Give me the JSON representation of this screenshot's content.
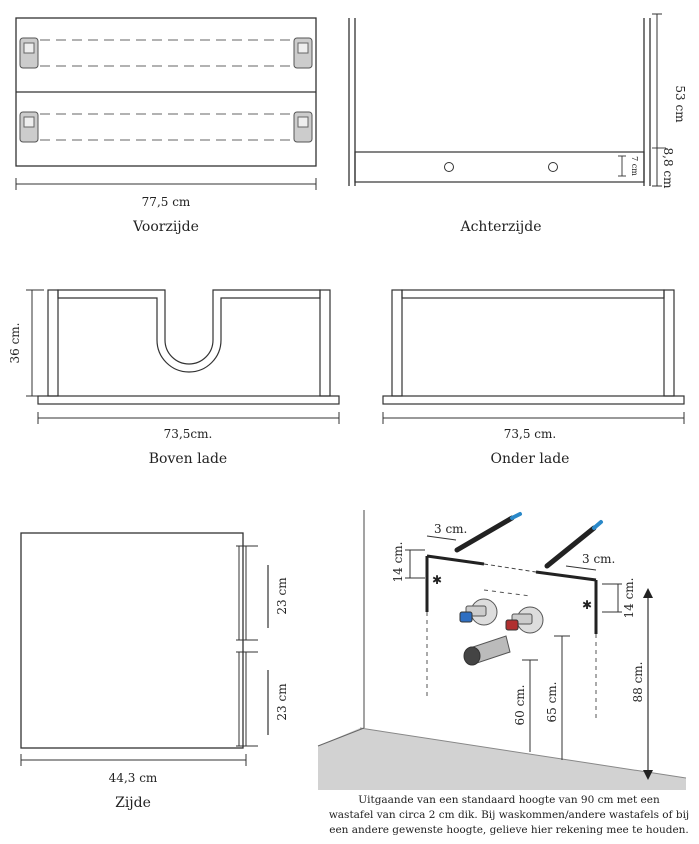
{
  "front": {
    "width_label": "77,5 cm",
    "caption": "Voorzijde"
  },
  "back": {
    "height_label": "53 cm",
    "strip_label": "8,8 cm",
    "hole_label": "7 cm",
    "caption": "Achterzijde"
  },
  "top_drawer": {
    "height_label": "36 cm.",
    "width_label": "73,5cm.",
    "caption": "Boven lade"
  },
  "bottom_drawer": {
    "width_label": "73,5 cm.",
    "caption": "Onder lade"
  },
  "side": {
    "upper_label": "23 cm",
    "lower_label": "23 cm",
    "width_label": "44,3 cm",
    "caption": "Zijde"
  },
  "install": {
    "left_offset_label": "3 cm.",
    "right_offset_label": "3 cm.",
    "left_depth_label": "14 cm.",
    "right_depth_label": "14 cm.",
    "height_60_label": "60 cm.",
    "height_65_label": "65 cm.",
    "height_88_label": "88 cm.",
    "note_line_1": "Uitgaande van een standaard hoogte van 90 cm met een",
    "note_line_2": "wastafel van circa 2 cm dik. Bij waskommen/andere wastafels of bij",
    "note_line_3": "een andere gewenste hoogte, gelieve hier rekening mee te houden."
  }
}
